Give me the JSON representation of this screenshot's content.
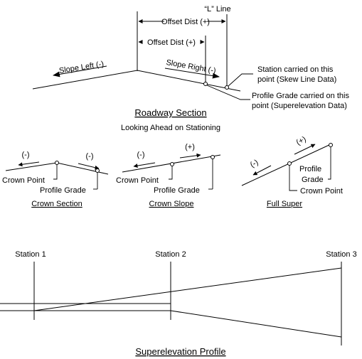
{
  "roadway": {
    "l_line": "“L” Line",
    "offset_dist_outer": "Offset Dist (+)",
    "offset_dist_inner": "Offset Dist (+)",
    "slope_left": "Slope Left (-)",
    "slope_right": "Slope Right (-)",
    "station_note_line1": "Station carried on this",
    "station_note_line2": "point (Skew Line Data)",
    "profile_note_line1": "Profile Grade carried on this",
    "profile_note_line2": "point (Superelevation Data)",
    "title": "Roadway Section",
    "subtitle": "Looking Ahead on Stationing"
  },
  "crown_section": {
    "sign_left": "(-)",
    "sign_right": "(-)",
    "crown_point": "Crown Point",
    "profile_grade": "Profile Grade",
    "title": "Crown Section"
  },
  "crown_slope": {
    "sign_left": "(-)",
    "sign_right": "(+)",
    "crown_point": "Crown Point",
    "profile_grade": "Profile Grade",
    "title": "Crown Slope"
  },
  "full_super": {
    "sign_left": "(-)",
    "sign_right": "(+)",
    "profile_line1": "Profile",
    "profile_line2": "Grade",
    "crown_point": "Crown Point",
    "title": "Full Super"
  },
  "profile": {
    "station1": "Station 1",
    "station2": "Station 2",
    "station3": "Station 3",
    "title": "Superelevation Profile"
  }
}
